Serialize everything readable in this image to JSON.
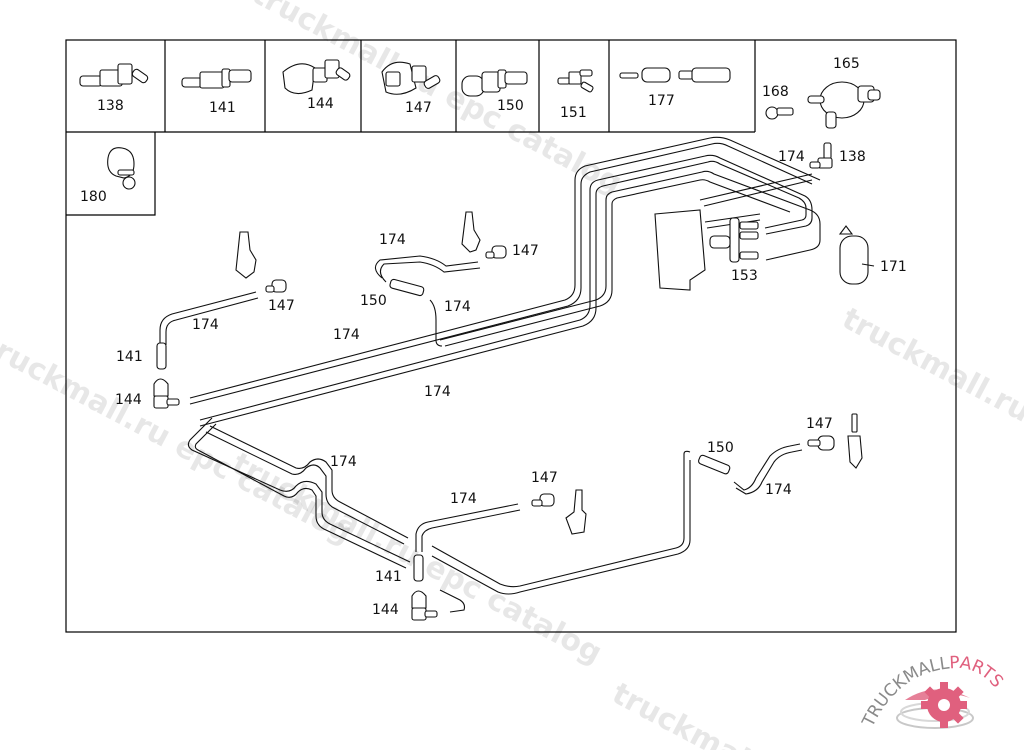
{
  "diagram": {
    "title": "Washer fluid line routing (parts catalog illustration)",
    "legend_cells": [
      {
        "part": "138",
        "icon": "elbow-connector-icon"
      },
      {
        "part": "141",
        "icon": "straight-connector-icon"
      },
      {
        "part": "144",
        "icon": "elbow-nozzle-connector-icon"
      },
      {
        "part": "147",
        "icon": "angled-nozzle-connector-icon"
      },
      {
        "part": "150",
        "icon": "check-valve-icon"
      },
      {
        "part": "151",
        "icon": "t-piece-icon"
      },
      {
        "part": "177",
        "icon": "hose-set-icon"
      },
      {
        "part": "180",
        "icon": "clip-icon"
      }
    ],
    "callouts": {
      "pump_165": "165",
      "screw_168": "168",
      "elbow_138": "138",
      "hose_174_top": "174",
      "tpiece_153": "153",
      "nozzle_171": "171",
      "hose_174_a": "174",
      "nozzle_147_a": "147",
      "valve_150_a": "150",
      "hose_174_b": "174",
      "nozzle_147_b": "147",
      "hose_174_c": "174",
      "hose_174_d": "174",
      "conn_141_a": "141",
      "conn_144_a": "144",
      "hose_174_e": "174",
      "hose_174_f": "174",
      "nozzle_147_c": "147",
      "hose_174_g": "174",
      "conn_141_b": "141",
      "conn_144_b": "144",
      "valve_150_b": "150",
      "nozzle_147_d": "147",
      "hose_174_h": "174"
    }
  },
  "watermarks": [
    "truckmall.ru epc catalog",
    "truckmall.ru epc catalog",
    "truckmall.ru epc catalog",
    "truckmall.ru epc catalog"
  ],
  "logo": {
    "text_a": "TRUCKMALL",
    "text_b": "PARTS",
    "accent_color": "#e0607e"
  }
}
